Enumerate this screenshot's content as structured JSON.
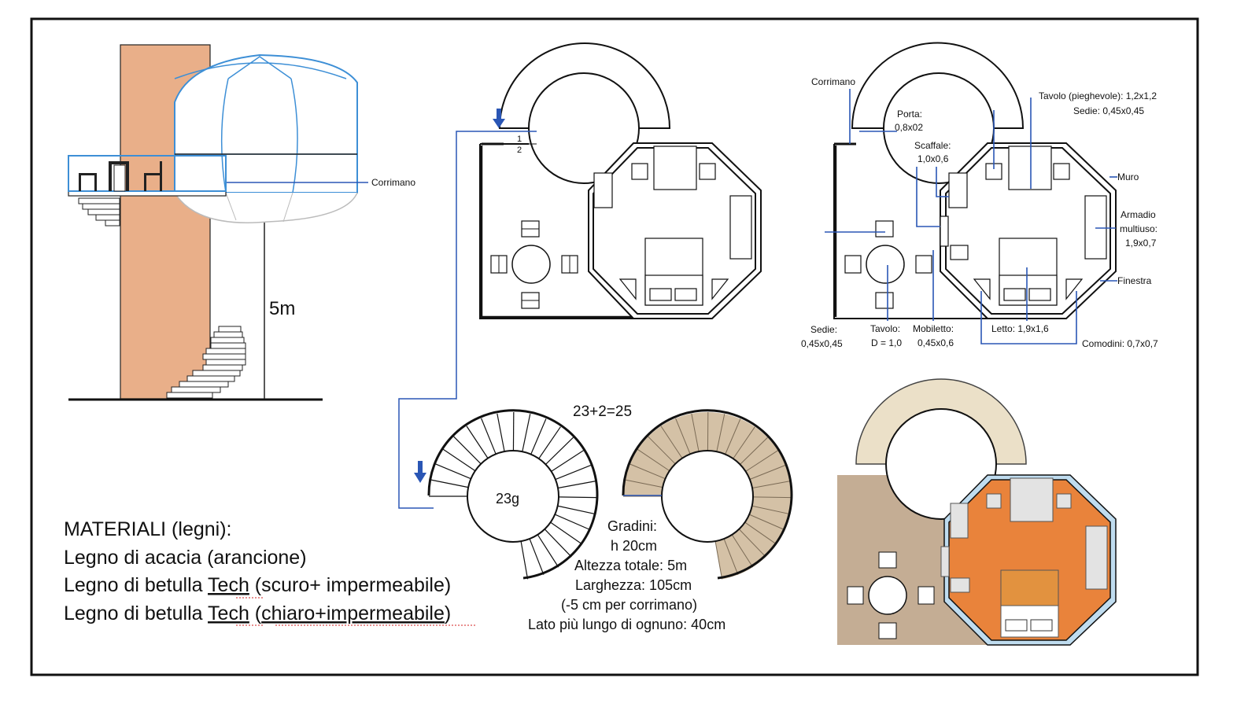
{
  "elevation": {
    "handrail_label": "Corrimano",
    "height_label": "5m"
  },
  "plan_a": {
    "step_1": "1",
    "step_2": "2"
  },
  "plan_b": {
    "labels": {
      "corrimano": "Corrimano",
      "porta_1": "Porta:",
      "porta_2": "0,8x02",
      "scaffale_1": "Scaffale:",
      "scaffale_2": "1,0x0,6",
      "tavolo_pieghevole": "Tavolo (pieghevole): 1,2x1,2",
      "sedie_top": "Sedie: 0,45x0,45",
      "muro": "Muro",
      "armadio_1": "Armadio",
      "armadio_2": "multiuso:",
      "armadio_3": "1,9x0,7",
      "finestra": "Finestra",
      "sedie_1": "Sedie:",
      "sedie_2": "0,45x0,45",
      "tavolo_1": "Tavolo:",
      "tavolo_2": "D = 1,0",
      "mobiletto_1": "Mobiletto:",
      "mobiletto_2": "0,45x0,6",
      "letto": "Letto: 1,9x1,6",
      "comodini": "Comodini: 0,7x0,7"
    }
  },
  "stairs": {
    "count_formula": "23+2=25",
    "steps_label": "23g",
    "specs": [
      "Gradini:",
      "h 20cm",
      "Altezza totale: 5m",
      "Larghezza: 105cm",
      "(-5 cm per corrimano)",
      "Lato più lungo di ognuno: 40cm"
    ]
  },
  "materials": {
    "title": "MATERIALI (legni):",
    "line_1": "Legno di acacia (arancione)",
    "line_2_a": "Legno di betulla ",
    "line_2_b": "Tech",
    "line_2_c": " (scuro+ impermeabile)",
    "line_3_a": "Legno di betulla ",
    "line_3_b": "Tech",
    "line_3_c": " (",
    "line_3_d": "chiaro+impermeabile",
    "line_3_e": ")"
  },
  "colors": {
    "acacia": "#e9af89",
    "dark_birch": "#c4ad94",
    "light_birch": "#ebe0c8",
    "interior": "#e9833b",
    "accent_blue": "#4a72c4"
  }
}
